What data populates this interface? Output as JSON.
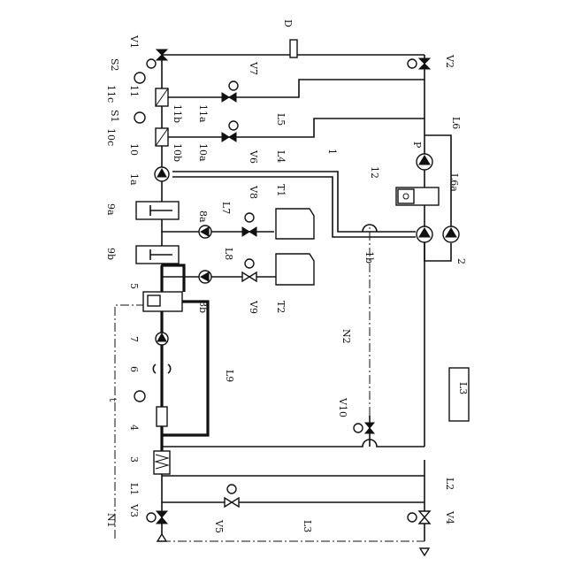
{
  "labels": {
    "D": "D",
    "V1": "V1",
    "V2": "V2",
    "V3": "V3",
    "V4": "V4",
    "V5": "V5",
    "V6": "V6",
    "V7": "V7",
    "V8": "V8",
    "V9": "V9",
    "V10": "V10",
    "S1": "S1",
    "S2": "S2",
    "n11c": "11c",
    "n11": "11",
    "n11b": "11b",
    "n11a": "11a",
    "n10c": "10c",
    "n10": "10",
    "n10b": "10b",
    "n10a": "10a",
    "n1a": "1a",
    "n1b": "1b",
    "n1": "1",
    "n12": "12",
    "P": "P",
    "L1": "L1",
    "L2": "L2",
    "L3": "L3",
    "L4": "L4",
    "L5": "L5",
    "L6": "L6",
    "L6a": "L6a",
    "L7": "L7",
    "L8": "L8",
    "L9": "L9",
    "L13": "L3",
    "T1": "T1",
    "T2": "T2",
    "n8a": "8a",
    "n8b": "8b",
    "n9a": "9a",
    "n9b": "9b",
    "n2": "2",
    "n3": "3",
    "n4": "4",
    "n5": "5",
    "n6": "6",
    "n7": "7",
    "t": "t",
    "N1": "N1",
    "N2": "N2"
  }
}
